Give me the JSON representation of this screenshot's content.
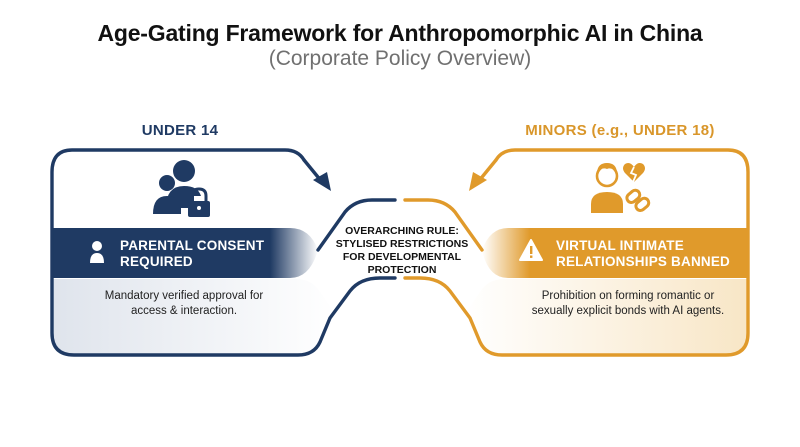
{
  "title": "Age-Gating Framework for Anthropomorphic AI in China",
  "subtitle": "(Corporate Policy Overview)",
  "left": {
    "heading": "UNDER 14",
    "band_line1": "PARENTAL CONSENT",
    "band_line2": "REQUIRED",
    "desc_line1": "Mandatory verified approval for",
    "desc_line2": "access & interaction.",
    "icons": [
      "users-lock-icon",
      "person-icon"
    ]
  },
  "right": {
    "heading": "MINORS (e.g., UNDER 18)",
    "band_line1": "VIRTUAL INTIMATE",
    "band_line2": "RELATIONSHIPS BANNED",
    "desc_line1": "Prohibition on forming romantic or",
    "desc_line2": "sexually explicit bonds with AI agents.",
    "icons": [
      "person-broken-heart-link-icon",
      "warning-icon"
    ]
  },
  "center": {
    "line1": "OVERARCHING RULE:",
    "line2": "STYLISED RESTRICTIONS",
    "line3": "FOR DEVELOPMENTAL",
    "line4": "PROTECTION"
  },
  "colors": {
    "navy": "#1f3a63",
    "gold": "#e09a2b",
    "text": "#111111",
    "subtitle": "#707070"
  }
}
